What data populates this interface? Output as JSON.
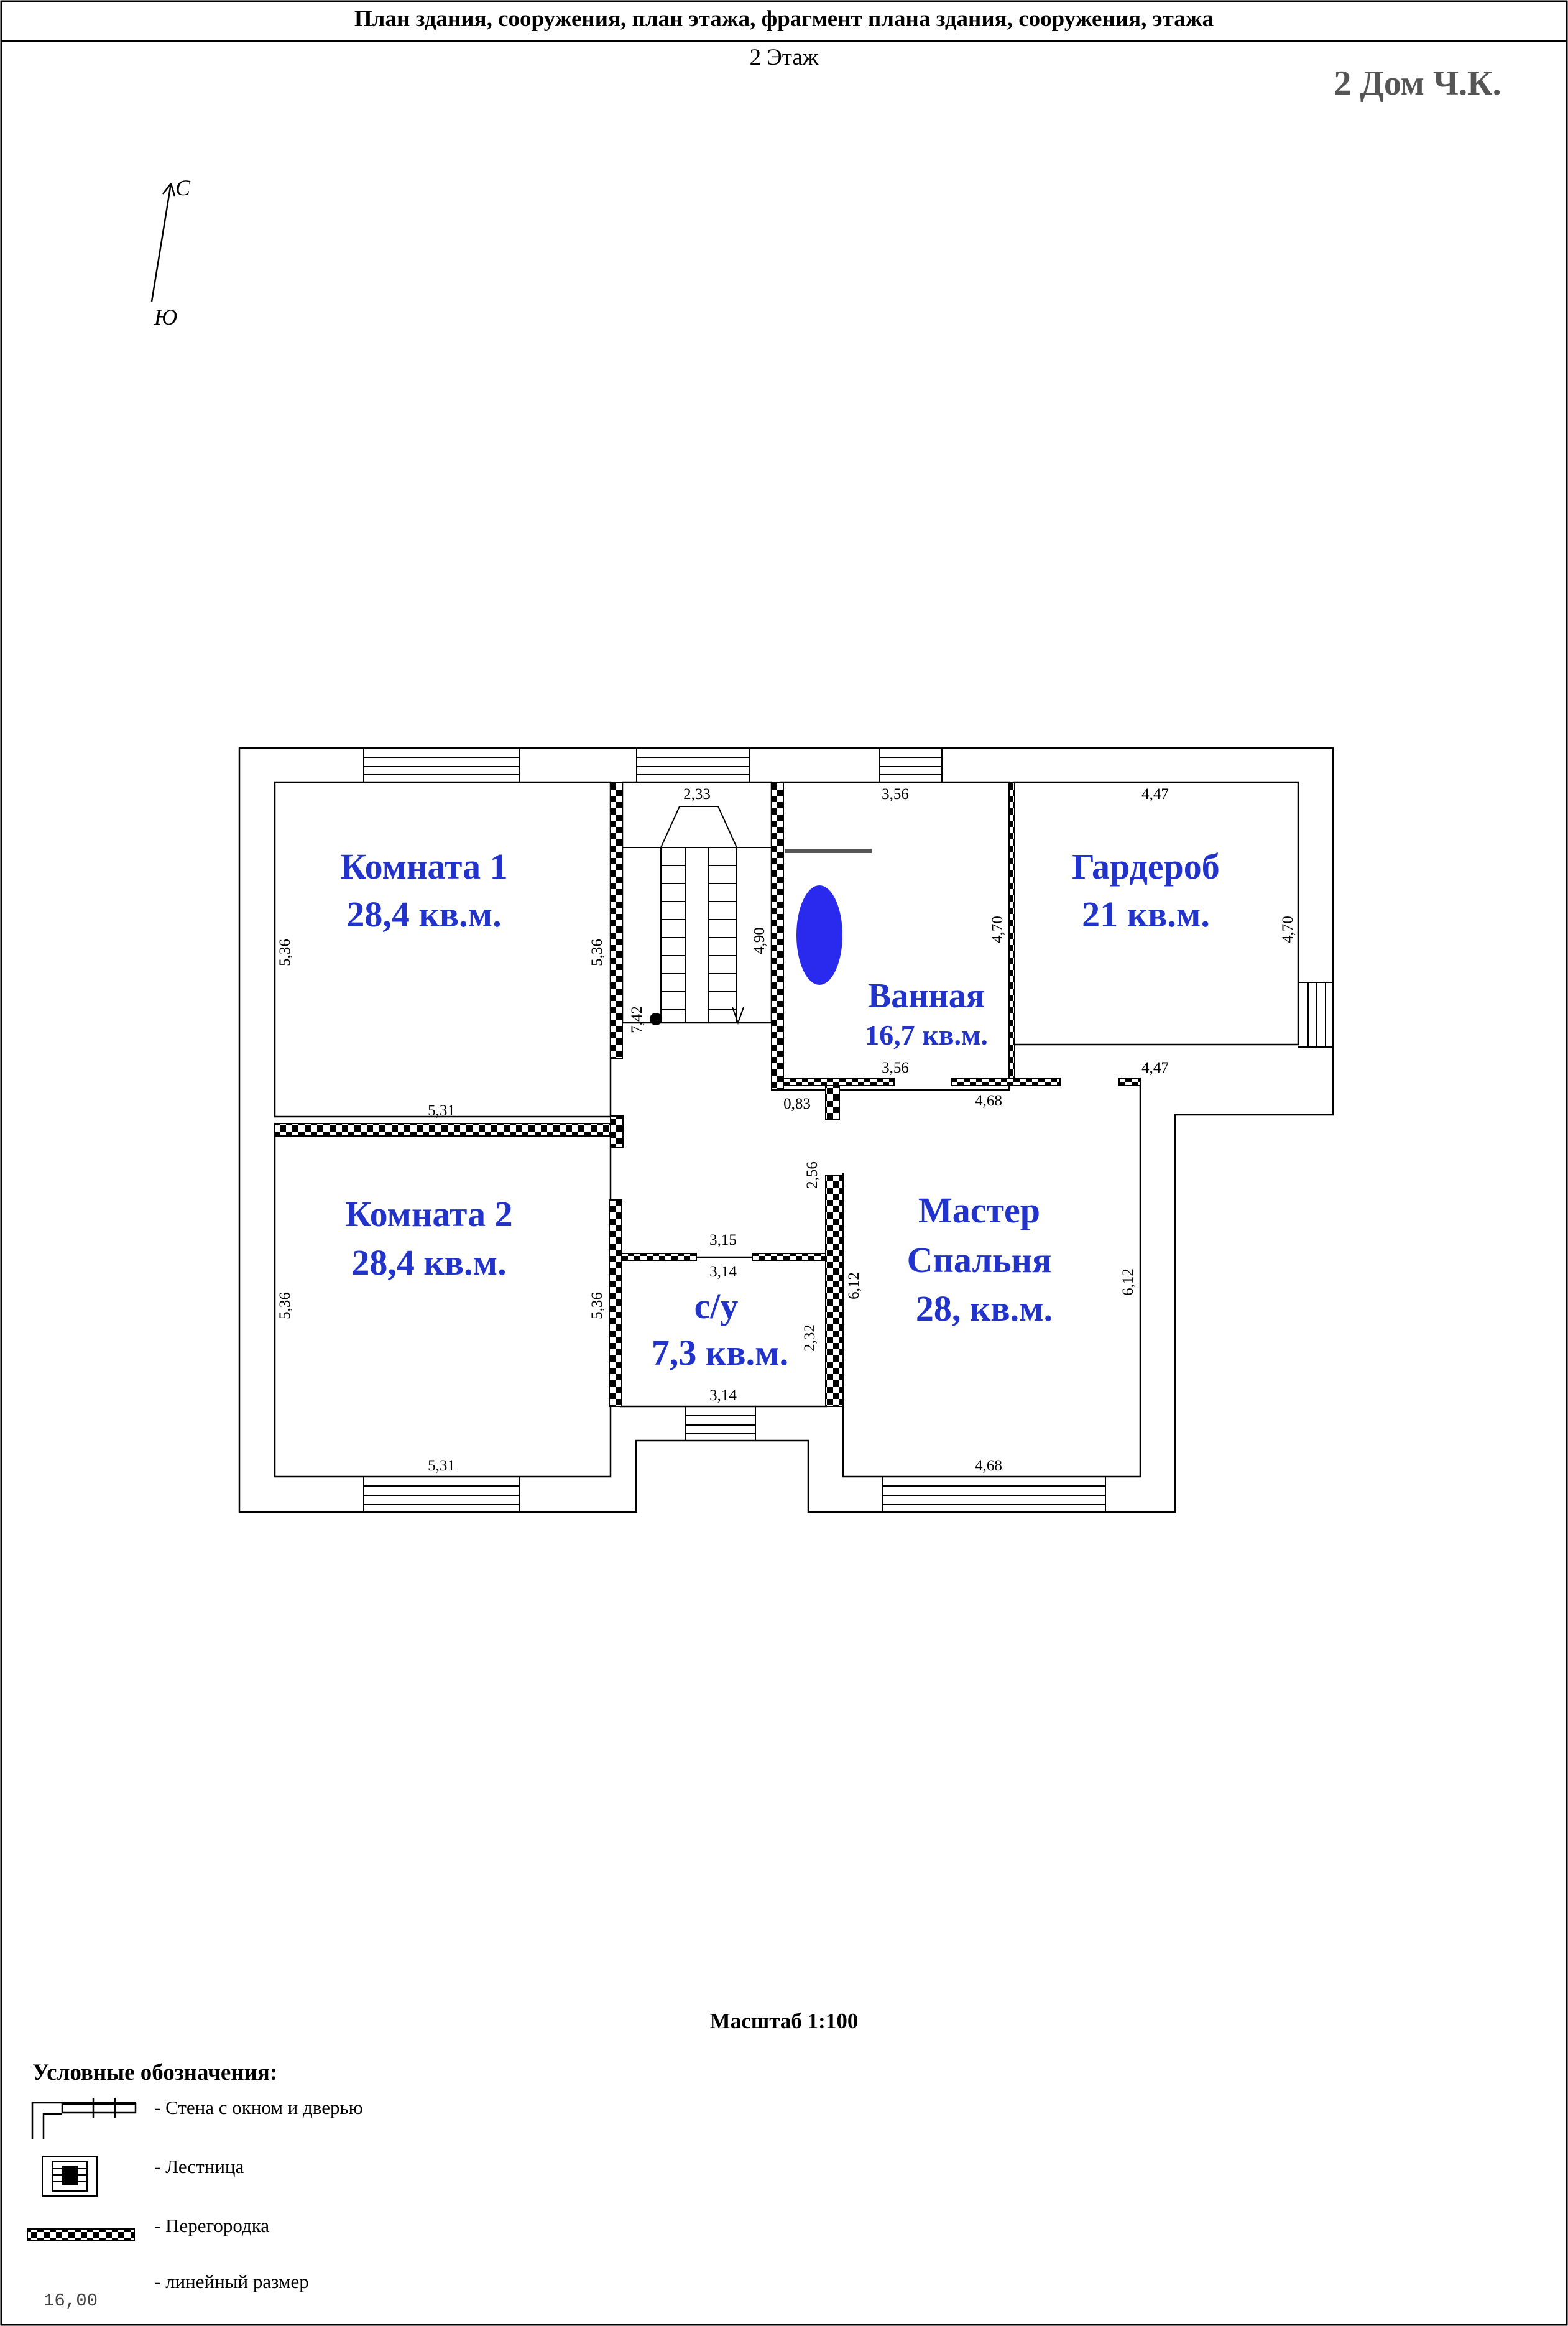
{
  "header": {
    "title": "План здания, сооружения, план этажа, фрагмент плана здания, сооружения, этажа",
    "floor": "2 Этаж",
    "building": "2 Дом Ч.К."
  },
  "compass": {
    "north": "С",
    "south": "Ю"
  },
  "rooms": {
    "room1": {
      "name": "Комната 1",
      "area": "28,4 кв.м."
    },
    "room2": {
      "name": "Комната 2",
      "area": "28,4 кв.м."
    },
    "bath": {
      "name": "Ванная",
      "area": "16,7 кв.м."
    },
    "wardrobe": {
      "name": "Гардероб",
      "area": "21 кв.м."
    },
    "master": {
      "name_line1": "Мастер",
      "name_line2": "Спальня",
      "area": "28, кв.м."
    },
    "wc": {
      "name": "с/у",
      "area": "7,3 кв.м."
    }
  },
  "dims": {
    "stair_top": "2,33",
    "bath_top": "3,56",
    "wardrobe_top": "4,47",
    "room1_left": "5,36",
    "room1_right": "5,36",
    "stair_right": "4,90",
    "stair_small": "7,42",
    "bath_left": "4,70",
    "wardrobe_right": "4,70",
    "bath_bottom": "3,56",
    "wardrobe_bottom": "4,47",
    "door_small": "0,83",
    "corridor": "4,68",
    "room1_bottom": "5,31",
    "corr_vert": "2,56",
    "wc_top_a": "3,15",
    "wc_top_b": "3,14",
    "master_left": "6,12",
    "master_right": "6,12",
    "room2_left": "5,36",
    "room2_right": "5,36",
    "wc_left": "2,32",
    "wc_bottom": "3,14",
    "room2_bottom": "5,31",
    "master_bottom": "4,68"
  },
  "scale": "Масштаб 1:100",
  "legend": {
    "title": "Условные обозначения:",
    "items": [
      {
        "icon": "wall-with-window-door-icon",
        "label": "- Стена с окном и дверью"
      },
      {
        "icon": "stairs-icon",
        "label": "- Лестница"
      },
      {
        "icon": "partition-icon",
        "label": "- Перегородка"
      },
      {
        "icon": "linear-dimension-icon",
        "label": "- линейный размер",
        "sample": "16,00"
      }
    ]
  },
  "colors": {
    "room_label": "#2233cc",
    "bath_fixture": "#2a2aee"
  }
}
